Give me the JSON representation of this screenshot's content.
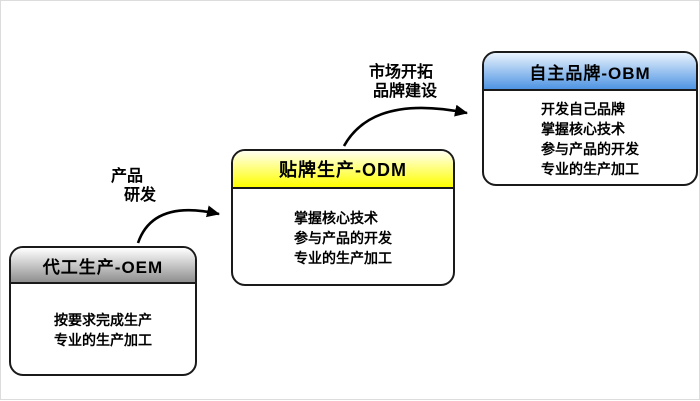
{
  "diagram": {
    "boxes": [
      {
        "id": "oem",
        "title": "代工生产-OEM",
        "lines": [
          "按要求完成生产",
          "专业的生产加工"
        ],
        "header_gradient_top": "#ffffff",
        "header_gradient_bottom": "#8f8f8f"
      },
      {
        "id": "odm",
        "title": "贴牌生产-ODM",
        "lines": [
          "掌握核心技术",
          "参与产品的开发",
          "专业的生产加工"
        ],
        "header_gradient_top": "#fffff0",
        "header_gradient_bottom": "#ffff00"
      },
      {
        "id": "obm",
        "title": "自主品牌-OBM",
        "lines": [
          "开发自己品牌",
          "掌握核心技术",
          "参与产品的开发",
          "专业的生产加工"
        ],
        "header_gradient_top": "#e9f3fd",
        "header_gradient_bottom": "#4f94e3"
      }
    ],
    "arrows": [
      {
        "id": "oem-to-odm",
        "label_lines": [
          "产品",
          "研发"
        ]
      },
      {
        "id": "odm-to-obm",
        "label_lines": [
          "市场开拓",
          "品牌建设"
        ]
      }
    ],
    "colors": {
      "border": "#1a1a1a",
      "arrow": "#000000",
      "background": "#ffffff"
    }
  }
}
